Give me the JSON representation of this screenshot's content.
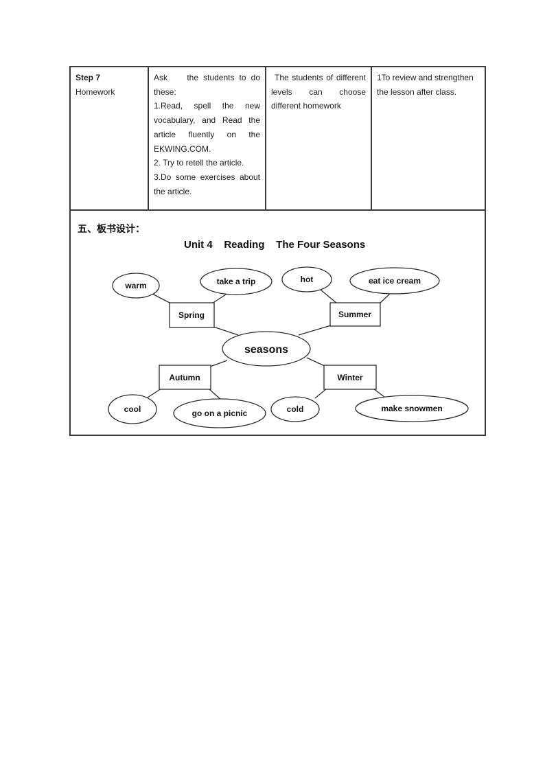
{
  "table": {
    "row": {
      "step": {
        "title": "Step 7",
        "subtitle": "Homework"
      },
      "teacher_activity": {
        "intro": "Ask    the students to do these:",
        "items": [
          "1.Read, spell the new vocabulary, and Read the article fluently on the EKWING.COM.",
          "2. Try to retell the article.",
          "3.Do some exercises about the article."
        ]
      },
      "student_activity": "The students of different levels can choose different homework",
      "purpose": "1To review and strengthen the lesson after class."
    }
  },
  "board": {
    "section_heading": "五、板书设计：",
    "title": "Unit 4    Reading    The Four Seasons"
  },
  "diagram": {
    "center": "seasons",
    "branches": [
      {
        "season": "Spring",
        "feature": "warm",
        "activity": "take a trip"
      },
      {
        "season": "Summer",
        "feature": "hot",
        "activity": "eat ice cream"
      },
      {
        "season": "Autumn",
        "feature": "cool",
        "activity": "go on a picnic"
      },
      {
        "season": "Winter",
        "feature": "cold",
        "activity": "make snowmen"
      }
    ]
  }
}
